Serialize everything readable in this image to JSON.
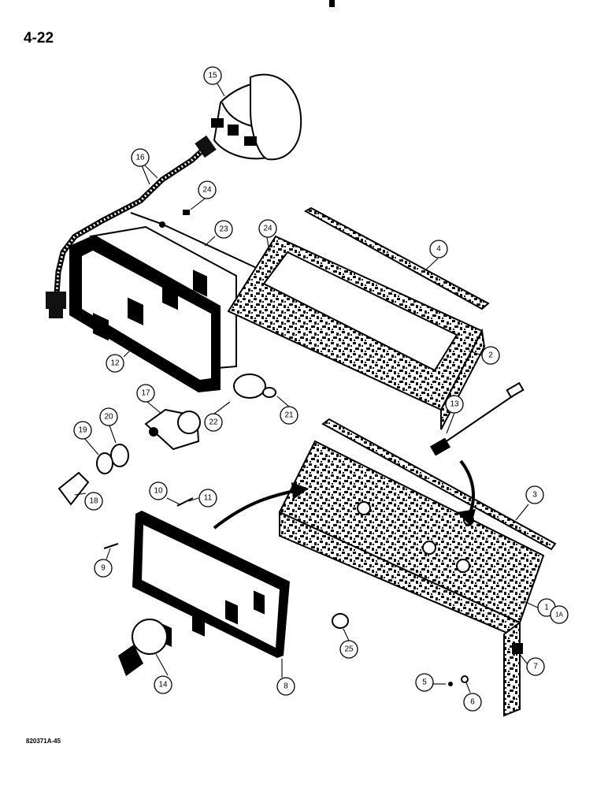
{
  "page_number": "4-22",
  "figure_code": "820371A-45",
  "callouts": [
    {
      "id": "c1",
      "label": "1"
    },
    {
      "id": "c1a",
      "label": "1A"
    },
    {
      "id": "c2",
      "label": "2"
    },
    {
      "id": "c3",
      "label": "3"
    },
    {
      "id": "c4",
      "label": "4"
    },
    {
      "id": "c5",
      "label": "5"
    },
    {
      "id": "c6",
      "label": "6"
    },
    {
      "id": "c7",
      "label": "7"
    },
    {
      "id": "c8",
      "label": "8"
    },
    {
      "id": "c9",
      "label": "9"
    },
    {
      "id": "c10",
      "label": "10"
    },
    {
      "id": "c11",
      "label": "11"
    },
    {
      "id": "c12",
      "label": "12"
    },
    {
      "id": "c13",
      "label": "13"
    },
    {
      "id": "c14",
      "label": "14"
    },
    {
      "id": "c15",
      "label": "15"
    },
    {
      "id": "c16",
      "label": "16"
    },
    {
      "id": "c17",
      "label": "17"
    },
    {
      "id": "c18",
      "label": "18"
    },
    {
      "id": "c19",
      "label": "19"
    },
    {
      "id": "c20",
      "label": "20"
    },
    {
      "id": "c21",
      "label": "21"
    },
    {
      "id": "c22",
      "label": "22"
    },
    {
      "id": "c23",
      "label": "23"
    },
    {
      "id": "c24a",
      "label": "24"
    },
    {
      "id": "c24b",
      "label": "24"
    },
    {
      "id": "c25",
      "label": "25"
    }
  ]
}
